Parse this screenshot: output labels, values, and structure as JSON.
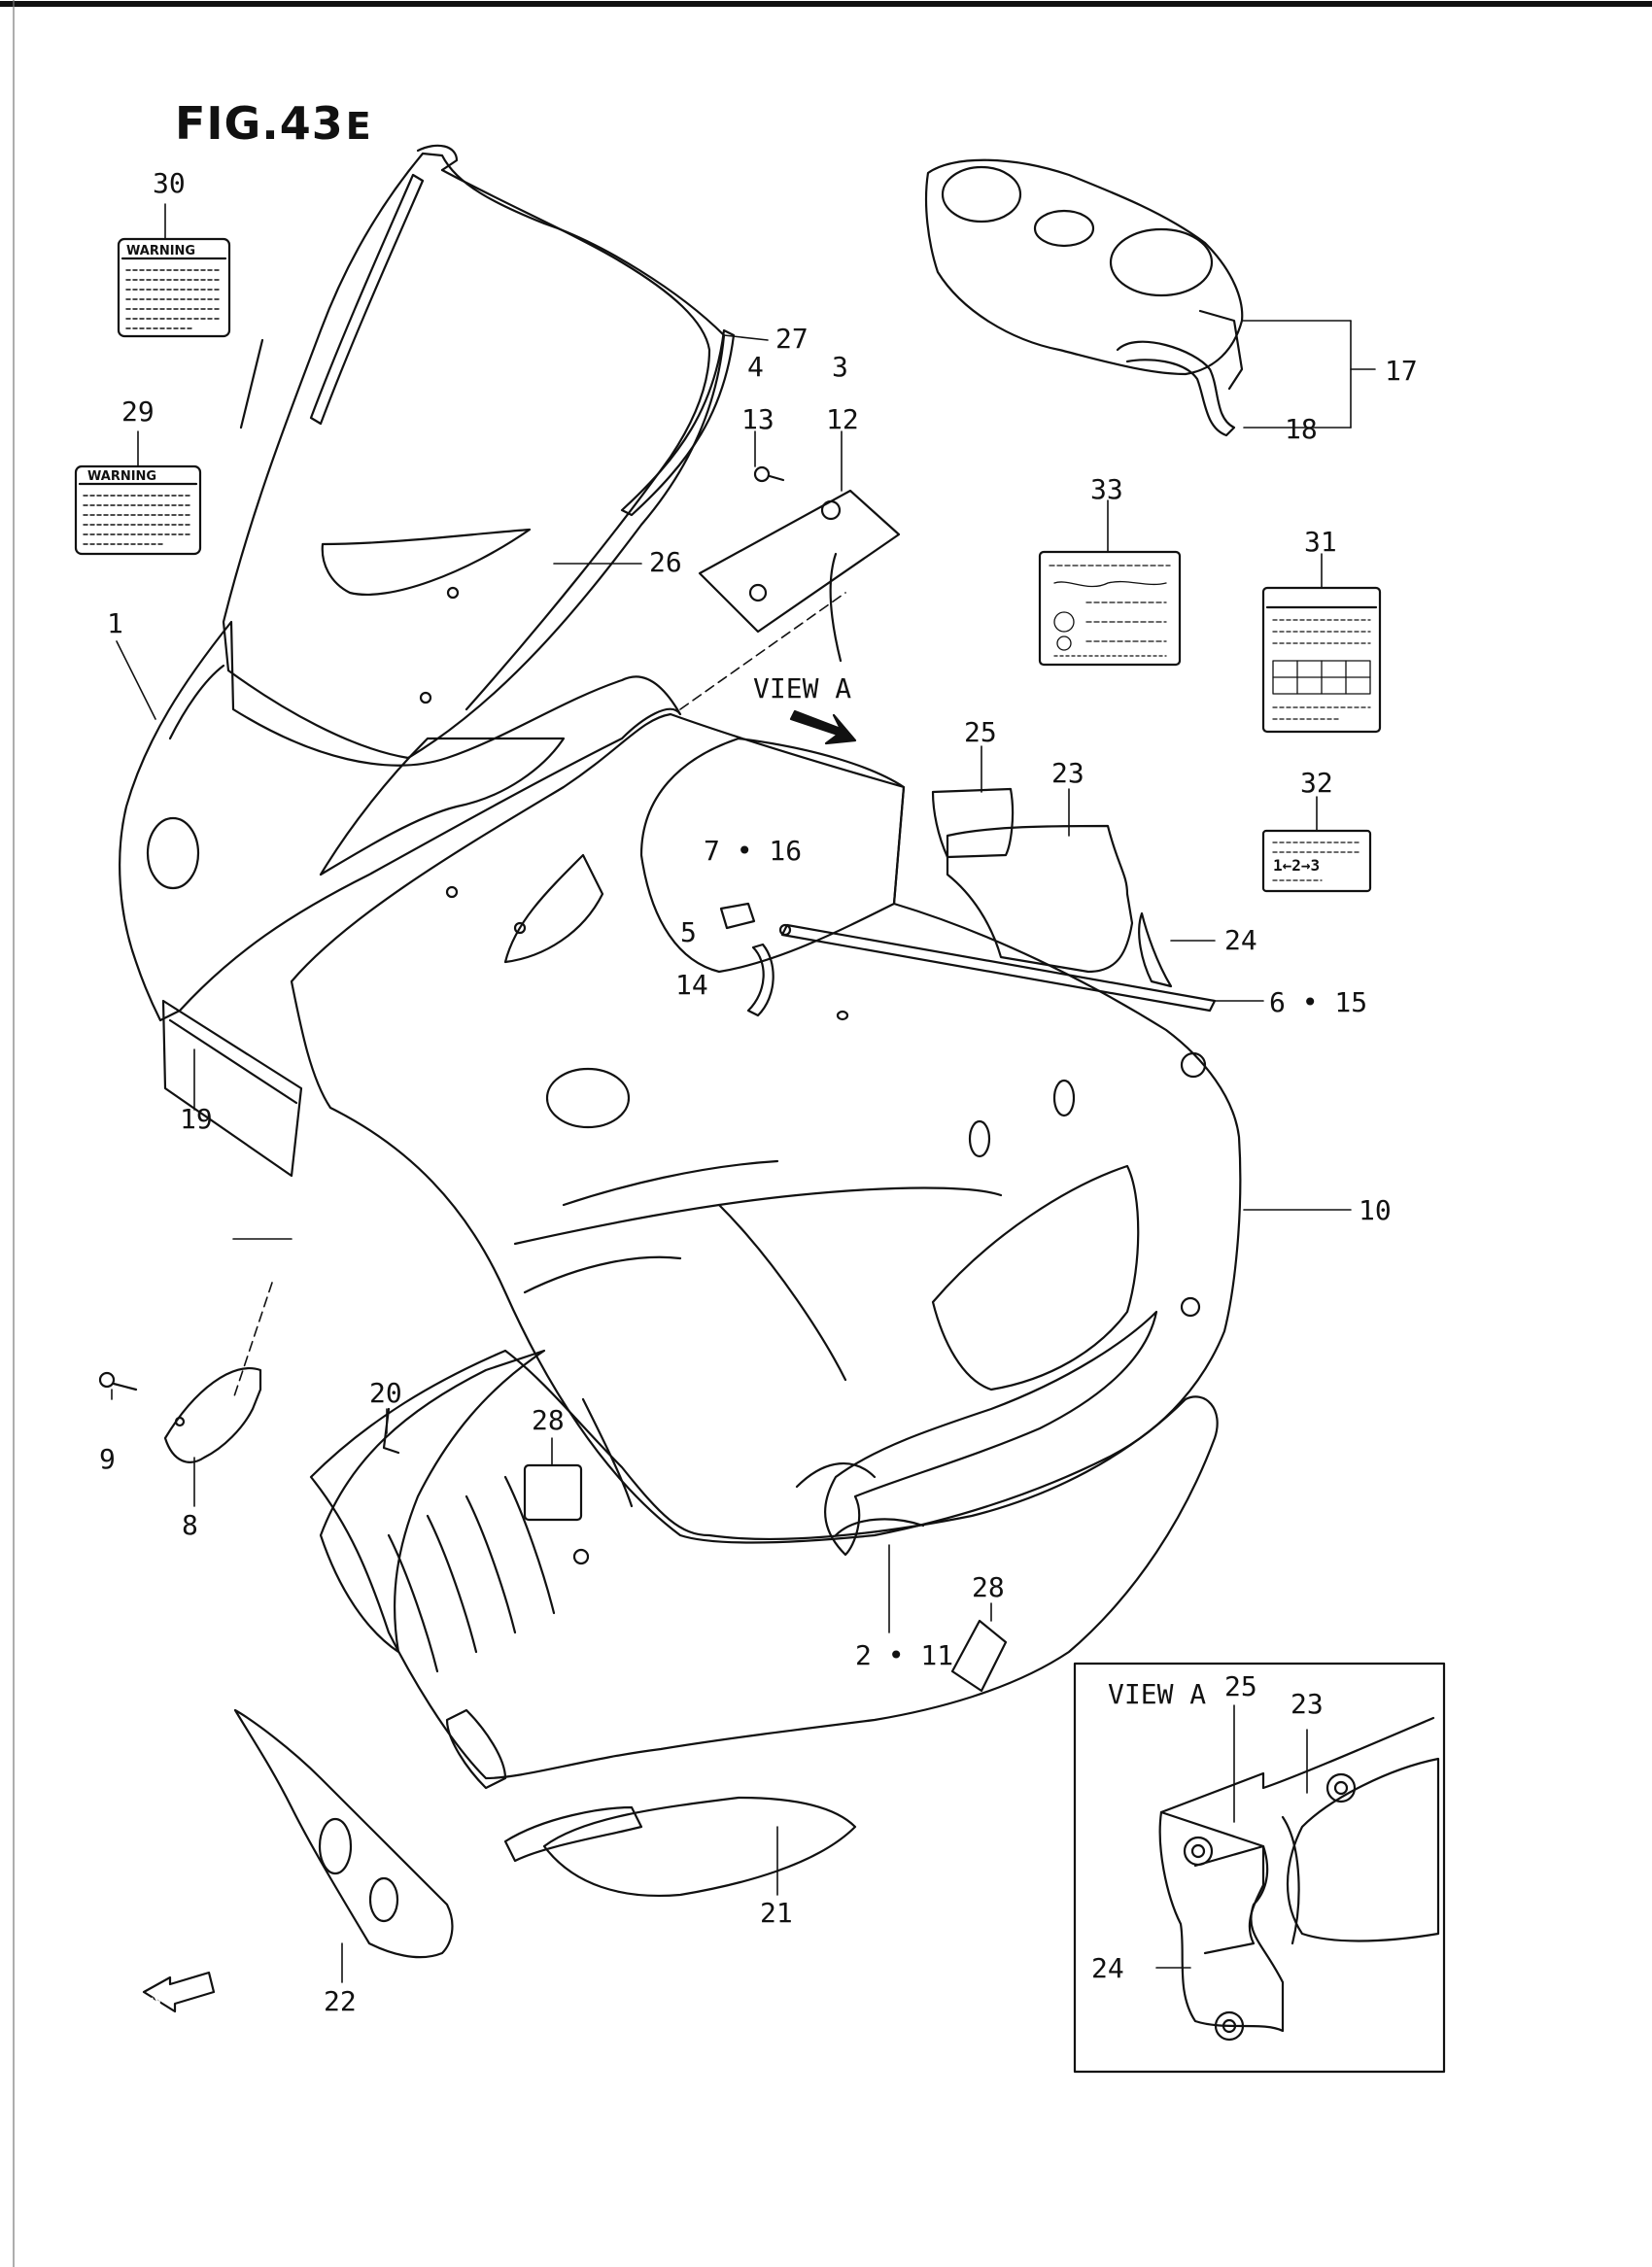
{
  "figure": {
    "title": "FIG.43",
    "suffix": "E"
  },
  "view_label": "VIEW A",
  "inset_title": "VIEW A",
  "fwd_label": "FWD",
  "decal_warning_label": "WARNING",
  "label_32_text": "1←2→3",
  "callouts": [
    {
      "id": "c30",
      "text": "30"
    },
    {
      "id": "c29",
      "text": "29"
    },
    {
      "id": "c1",
      "text": "1"
    },
    {
      "id": "c27",
      "text": "27"
    },
    {
      "id": "c26",
      "text": "26"
    },
    {
      "id": "c4",
      "text": "4"
    },
    {
      "id": "c13",
      "text": "13"
    },
    {
      "id": "c3",
      "text": "3"
    },
    {
      "id": "c12",
      "text": "12"
    },
    {
      "id": "c17",
      "text": "17"
    },
    {
      "id": "c18",
      "text": "18"
    },
    {
      "id": "c33",
      "text": "33"
    },
    {
      "id": "c31",
      "text": "31"
    },
    {
      "id": "c32",
      "text": "32"
    },
    {
      "id": "c25",
      "text": "25"
    },
    {
      "id": "c23",
      "text": "23"
    },
    {
      "id": "c24",
      "text": "24"
    },
    {
      "id": "c7_16",
      "text": "7 • 16"
    },
    {
      "id": "c5",
      "text": "5"
    },
    {
      "id": "c14",
      "text": "14"
    },
    {
      "id": "c6_15",
      "text": "6  • 15"
    },
    {
      "id": "c19",
      "text": "19"
    },
    {
      "id": "c10",
      "text": "10"
    },
    {
      "id": "c9",
      "text": "9"
    },
    {
      "id": "c8",
      "text": "8"
    },
    {
      "id": "c20",
      "text": "20"
    },
    {
      "id": "c28a",
      "text": "28"
    },
    {
      "id": "c28b",
      "text": "28"
    },
    {
      "id": "c2_11",
      "text": "2 • 11"
    },
    {
      "id": "c22",
      "text": "22"
    },
    {
      "id": "c21",
      "text": "21"
    },
    {
      "id": "ci25",
      "text": "25"
    },
    {
      "id": "ci23",
      "text": "23"
    },
    {
      "id": "ci24",
      "text": "24"
    }
  ]
}
